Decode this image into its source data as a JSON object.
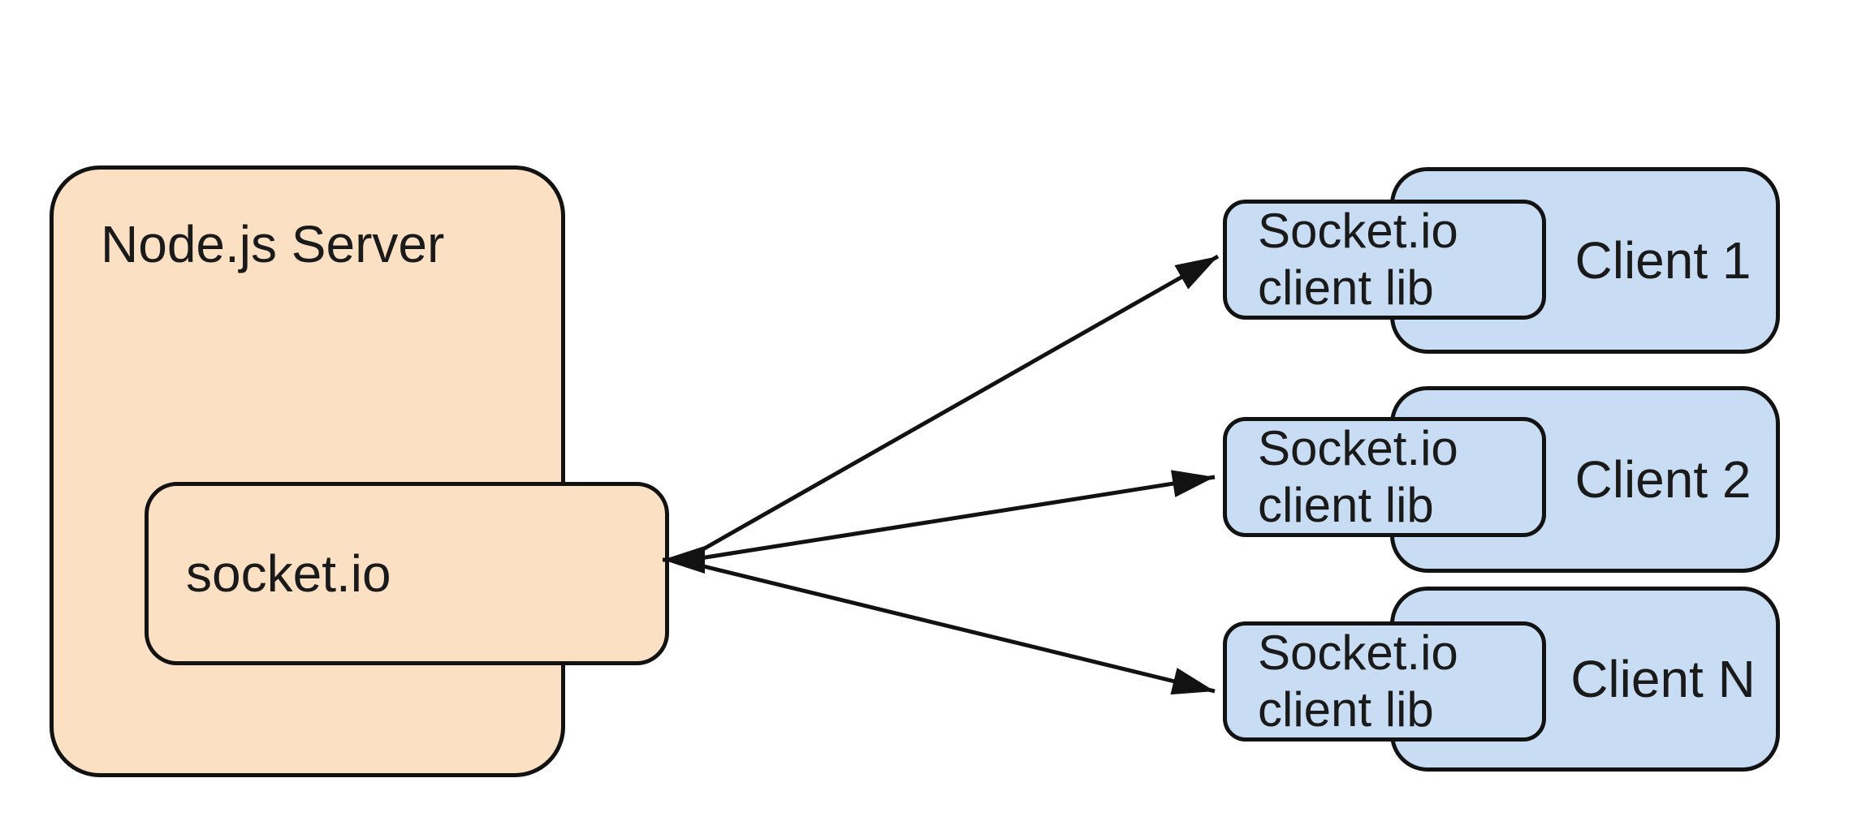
{
  "server": {
    "label": "Node.js Server",
    "module_label": "socket.io"
  },
  "clients": [
    {
      "name": "Client 1",
      "lib_label": "Socket.io\nclient lib"
    },
    {
      "name": "Client 2",
      "lib_label": "Socket.io\nclient lib"
    },
    {
      "name": "Client N",
      "lib_label": "Socket.io\nclient lib"
    }
  ],
  "connections": [
    {
      "from": "socket.io",
      "to": "Client 1"
    },
    {
      "from": "socket.io",
      "to": "Client 2"
    },
    {
      "from": "socket.io",
      "to": "Client N"
    }
  ],
  "colors": {
    "server_fill": "#FCE0C4",
    "client_fill": "#C8DDF3",
    "stroke": "#121212",
    "text": "#1A1A1A",
    "background": "#FFFFFF"
  }
}
